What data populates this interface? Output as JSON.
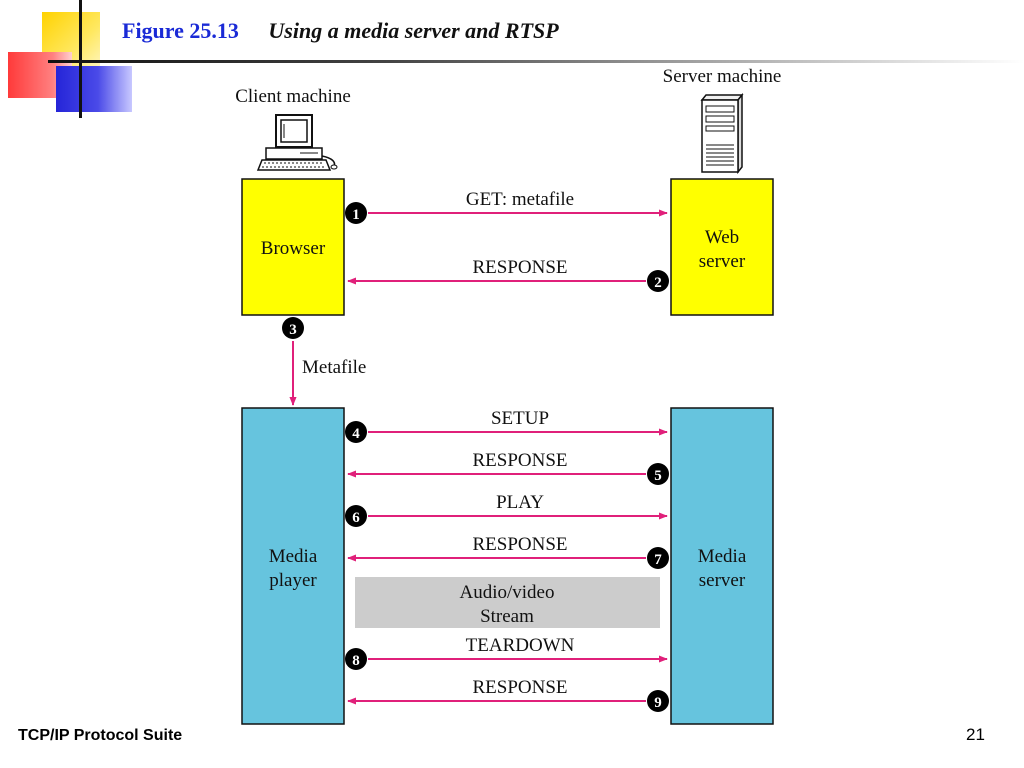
{
  "slide": {
    "figure_number": "Figure 25.13",
    "figure_caption": "Using a media server and RTSP",
    "footer_left": "TCP/IP Protocol Suite",
    "page_number": "21"
  },
  "diagram": {
    "client_label": "Client machine",
    "server_label": "Server machine",
    "browser": {
      "line1": "Browser"
    },
    "web_server": {
      "line1": "Web",
      "line2": "server"
    },
    "media_player": {
      "line1": "Media",
      "line2": "player"
    },
    "media_server": {
      "line1": "Media",
      "line2": "server"
    },
    "metafile_label": "Metafile",
    "stream": {
      "line1": "Audio/video",
      "line2": "Stream"
    },
    "messages": [
      {
        "step": "1",
        "label": "GET: metafile"
      },
      {
        "step": "2",
        "label": "RESPONSE"
      },
      {
        "step": "3"
      },
      {
        "step": "4",
        "label": "SETUP"
      },
      {
        "step": "5",
        "label": "RESPONSE"
      },
      {
        "step": "6",
        "label": "PLAY"
      },
      {
        "step": "7",
        "label": "RESPONSE"
      },
      {
        "step": "8",
        "label": "TEARDOWN"
      },
      {
        "step": "9",
        "label": "RESPONSE"
      }
    ],
    "colors": {
      "browser_fill": "#ffff00",
      "media_fill": "#66c4de",
      "arrow": "#e0207a",
      "stream_fill": "#cccccc"
    }
  }
}
